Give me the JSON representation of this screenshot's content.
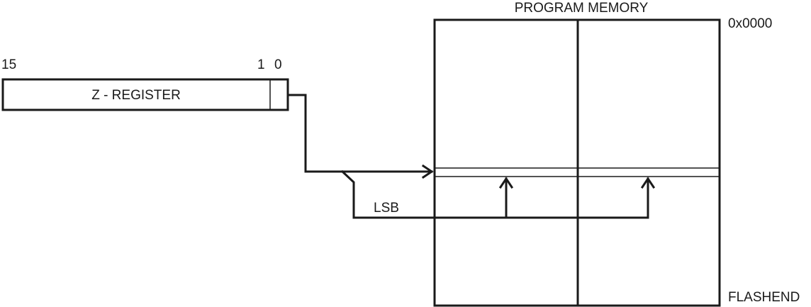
{
  "memory": {
    "title": "PROGRAM MEMORY",
    "start_address": "0x0000",
    "end_address": "FLASHEND"
  },
  "register": {
    "label": "Z - REGISTER",
    "bit_high": "15",
    "bit_1": "1",
    "bit_0": "0"
  },
  "arrow": {
    "lsb_label": "LSB"
  },
  "colors": {
    "line": "#1a1a1a",
    "background": "#ffffff"
  }
}
